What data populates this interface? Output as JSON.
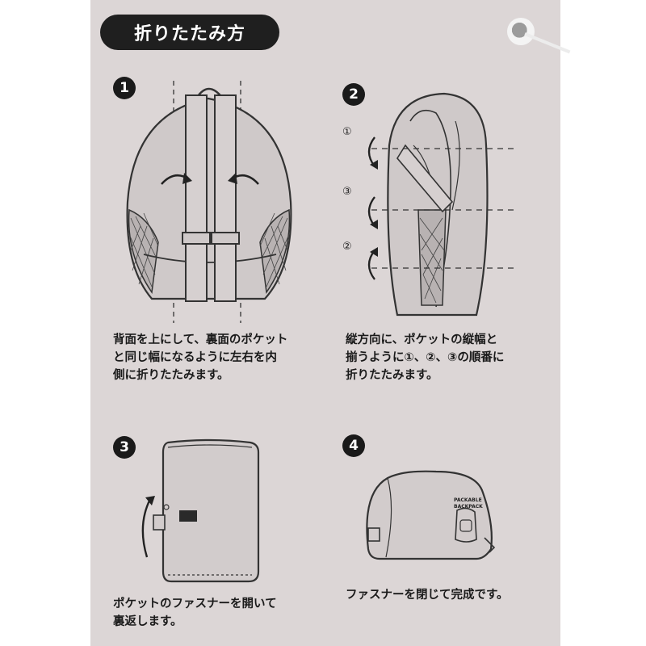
{
  "title": "折りたたみ方",
  "steps": [
    {
      "number": "1",
      "lines": [
        "背面を上にして、裏面のポケット",
        "と同じ幅になるように左右を内",
        "側に折りたたみます。"
      ]
    },
    {
      "number": "2",
      "lines": [
        "縦方向に、ポケットの縦幅と",
        "揃うように①、②、③の順番に",
        "折りたたみます。"
      ],
      "fold_markers": [
        "①",
        "③",
        "②"
      ]
    },
    {
      "number": "3",
      "lines": [
        "ポケットのファスナーを開いて",
        "裏返します。"
      ]
    },
    {
      "number": "4",
      "lines": [
        "ファスナーを閉じて完成です。"
      ],
      "pouch_label": [
        "PACKABLE",
        "BACKPACK"
      ]
    }
  ],
  "icons": [
    "backpack-flat-illustration",
    "backpack-folded-illustration",
    "pocket-illustration",
    "pouch-illustration",
    "curved-arrow-icon"
  ]
}
